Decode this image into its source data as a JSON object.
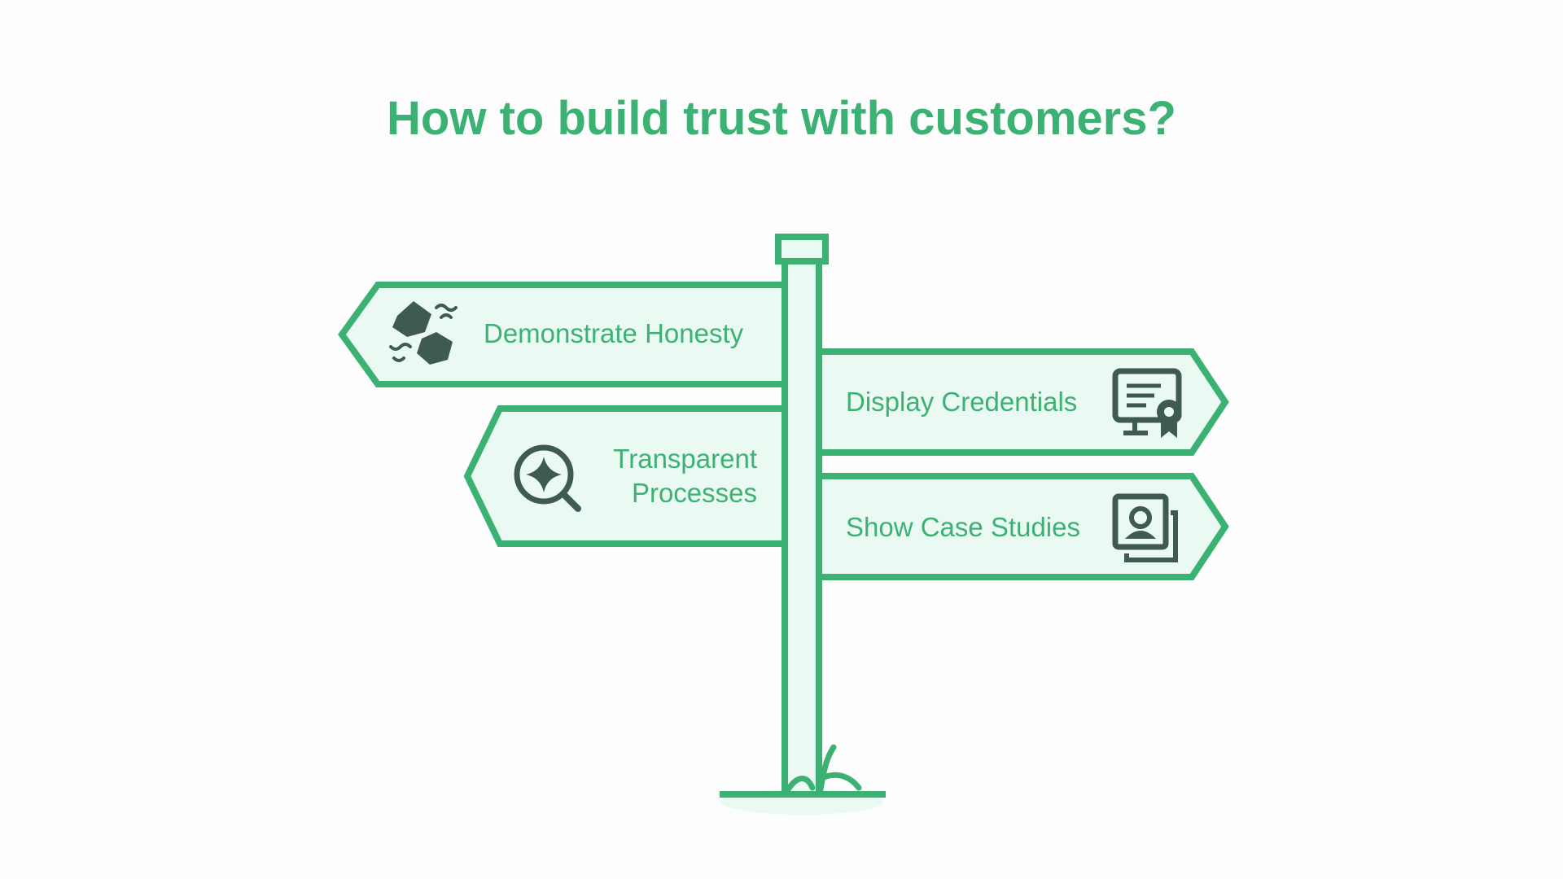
{
  "title": "How to build trust with customers?",
  "signs": [
    {
      "label": "Demonstrate Honesty",
      "icon": "broken-link-icon",
      "direction": "left"
    },
    {
      "label": "Display Credentials",
      "icon": "certificate-icon",
      "direction": "right"
    },
    {
      "label_lines": [
        "Transparent",
        "Processes"
      ],
      "icon": "search-sparkle-icon",
      "direction": "left"
    },
    {
      "label": "Show Case Studies",
      "icon": "profile-portfolio-icon",
      "direction": "right"
    }
  ],
  "colors": {
    "accent": "#3bb273",
    "sign_fill": "#eafaf2",
    "icon": "#3f5a50",
    "background": "#fdfdfd"
  }
}
